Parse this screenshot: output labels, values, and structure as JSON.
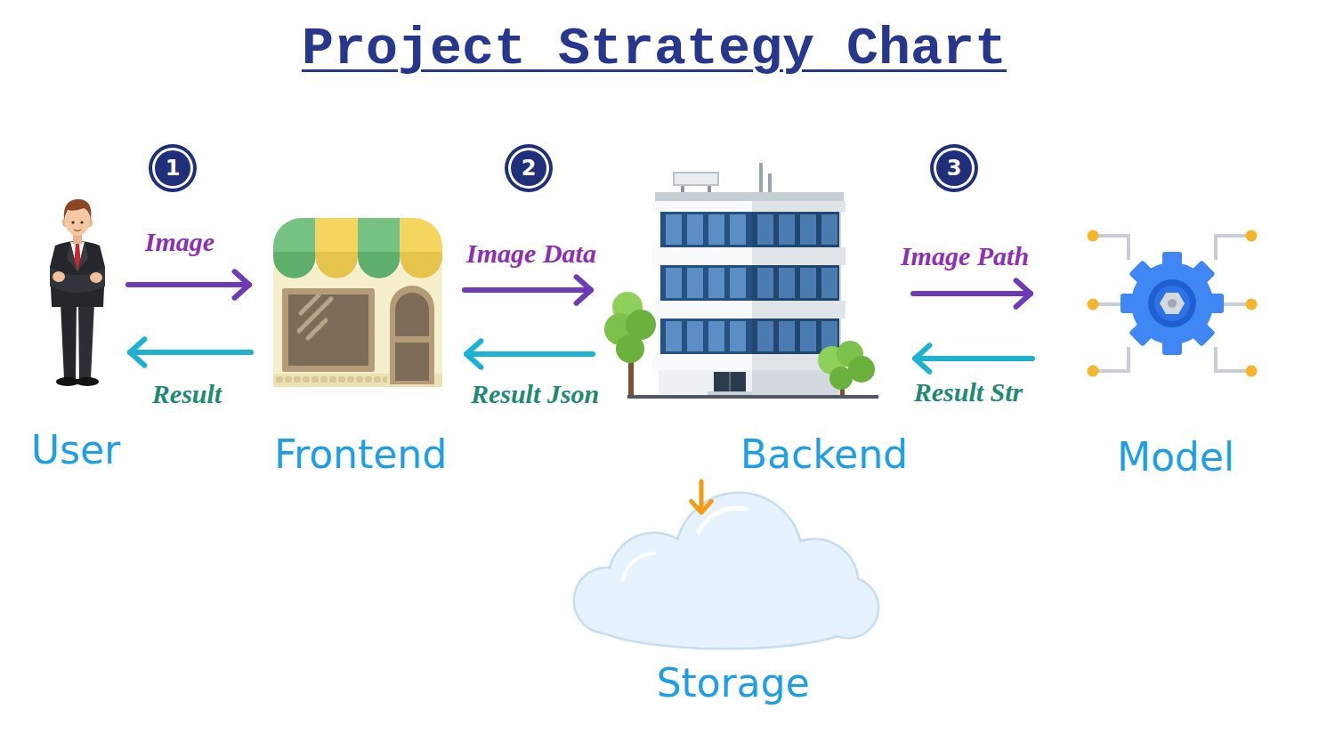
{
  "diagram": {
    "title": "Project Strategy Chart",
    "nodes": [
      {
        "text": [
          "User"
        ]
      },
      {
        "text": [
          "Frontend"
        ]
      },
      {
        "text": [
          "Backend"
        ]
      },
      {
        "text": [
          "Model"
        ]
      },
      {
        "text": [
          "Storage"
        ]
      }
    ],
    "edges": [
      {
        "from": 0,
        "to": 1,
        "label": "Image",
        "arrow": "to"
      },
      {
        "from": 1,
        "to": 0,
        "label": "Result",
        "arrow": "to"
      },
      {
        "from": 1,
        "to": 2,
        "label": "Image Data",
        "arrow": "to"
      },
      {
        "from": 2,
        "to": 1,
        "label": "Result Json",
        "arrow": "to"
      },
      {
        "from": 2,
        "to": 3,
        "label": "Image Path",
        "arrow": "to"
      },
      {
        "from": 3,
        "to": 2,
        "label": "Result Str",
        "arrow": "to"
      },
      {
        "from": 2,
        "to": 4,
        "arrow": "to"
      }
    ],
    "labels": [
      "1",
      "2",
      "3"
    ]
  }
}
